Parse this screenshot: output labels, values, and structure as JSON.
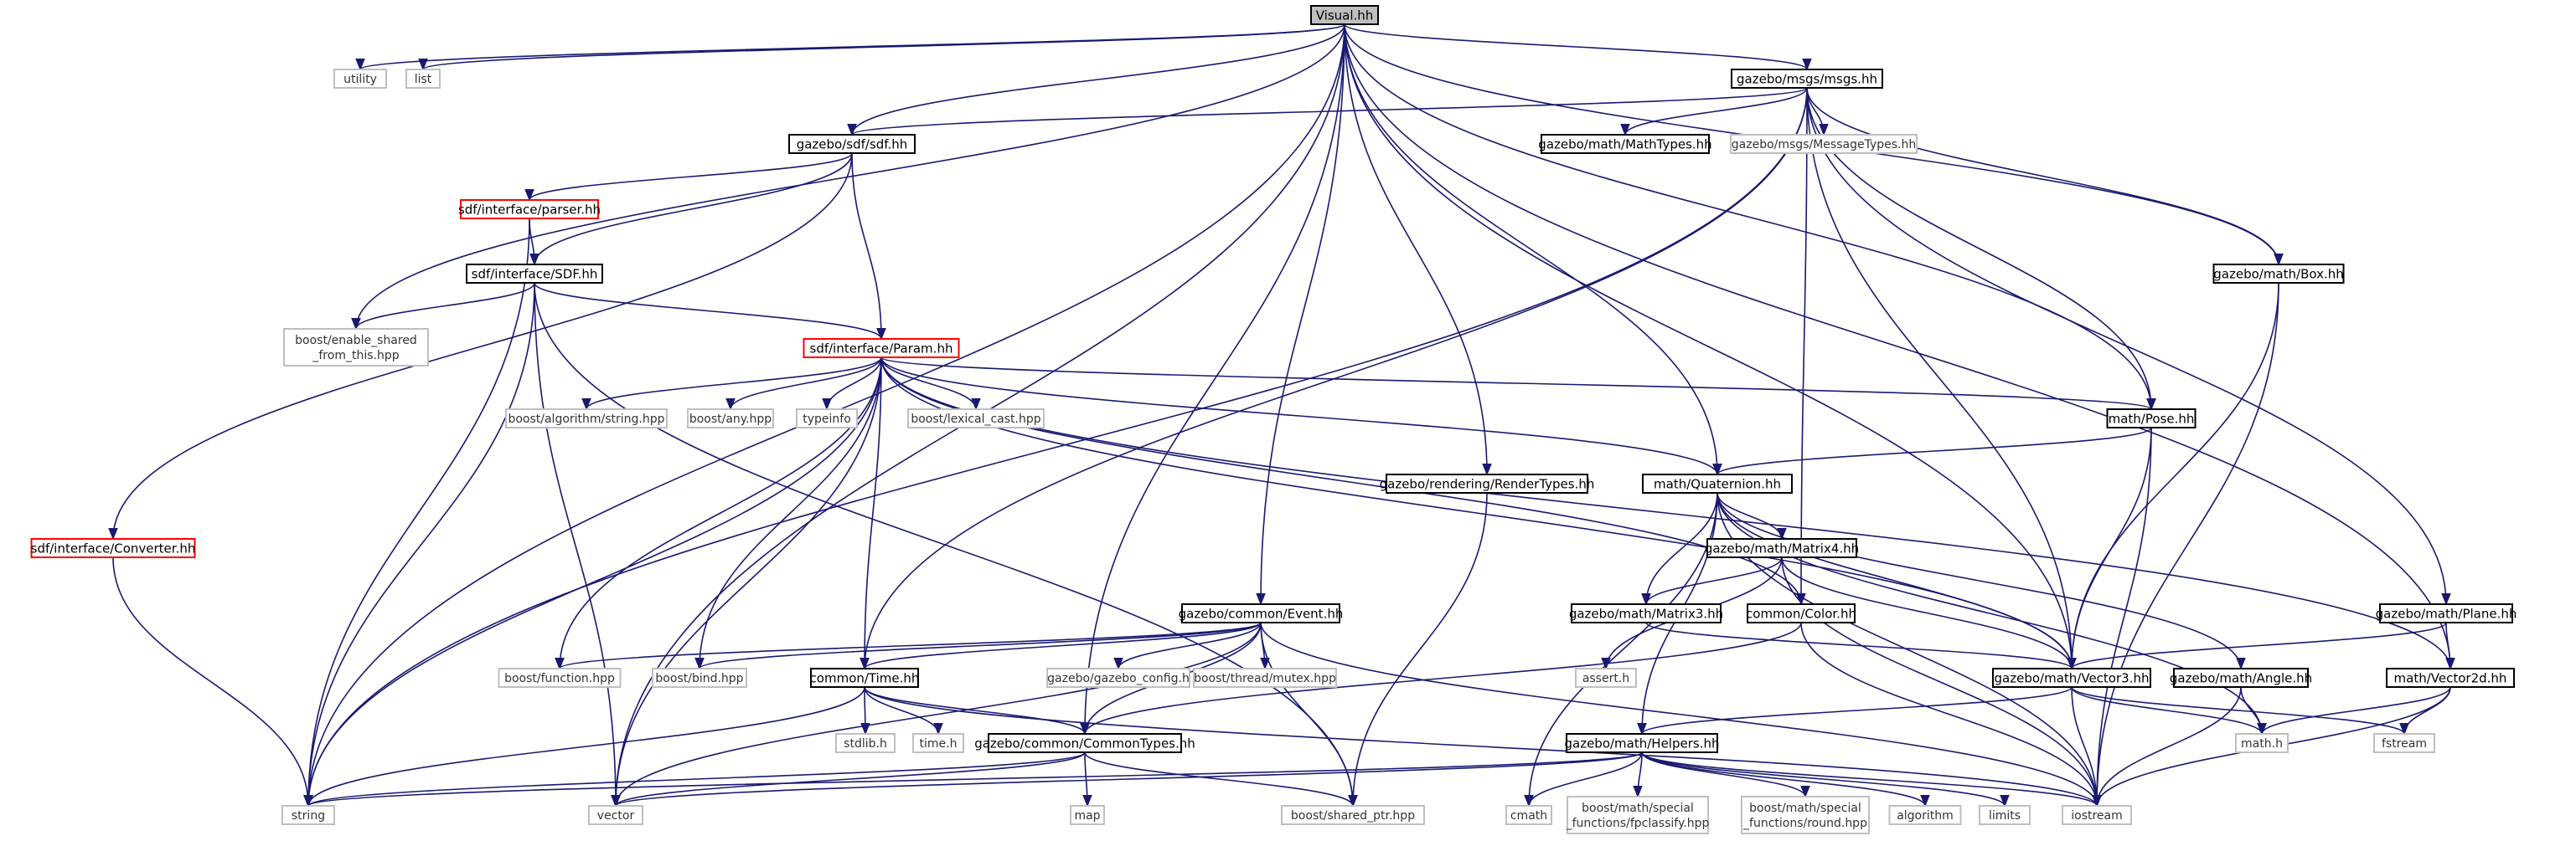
{
  "diagram": {
    "type": "include-dependency-graph",
    "nodes": [
      {
        "id": "visual",
        "label": "Visual.hh",
        "kind": "root"
      },
      {
        "id": "utility",
        "label": "utility",
        "kind": "ext"
      },
      {
        "id": "list",
        "label": "list",
        "kind": "ext"
      },
      {
        "id": "msgs",
        "label": "gazebo/msgs/msgs.hh",
        "kind": "doc"
      },
      {
        "id": "sdf",
        "label": "gazebo/sdf/sdf.hh",
        "kind": "doc"
      },
      {
        "id": "mathtypes",
        "label": "gazebo/math/MathTypes.hh",
        "kind": "doc"
      },
      {
        "id": "msgtypes",
        "label": "gazebo/msgs/MessageTypes.hh",
        "kind": "ext"
      },
      {
        "id": "parser",
        "label": "sdf/interface/parser.hh",
        "kind": "red"
      },
      {
        "id": "sdfhh",
        "label": "sdf/interface/SDF.hh",
        "kind": "doc"
      },
      {
        "id": "enable",
        "label": "boost/enable_shared\n_from_this.hpp",
        "kind": "ext"
      },
      {
        "id": "param",
        "label": "sdf/interface/Param.hh",
        "kind": "red"
      },
      {
        "id": "box",
        "label": "gazebo/math/Box.hh",
        "kind": "doc"
      },
      {
        "id": "algo",
        "label": "boost/algorithm/string.hpp",
        "kind": "ext"
      },
      {
        "id": "any",
        "label": "boost/any.hpp",
        "kind": "ext"
      },
      {
        "id": "typeinfo",
        "label": "typeinfo",
        "kind": "ext"
      },
      {
        "id": "lexical",
        "label": "boost/lexical_cast.hpp",
        "kind": "ext"
      },
      {
        "id": "pose",
        "label": "math/Pose.hh",
        "kind": "doc"
      },
      {
        "id": "rendertypes",
        "label": "gazebo/rendering/RenderTypes.hh",
        "kind": "doc"
      },
      {
        "id": "quat",
        "label": "math/Quaternion.hh",
        "kind": "doc"
      },
      {
        "id": "converter",
        "label": "sdf/interface/Converter.hh",
        "kind": "red"
      },
      {
        "id": "matrix4",
        "label": "gazebo/math/Matrix4.hh",
        "kind": "doc"
      },
      {
        "id": "event",
        "label": "gazebo/common/Event.hh",
        "kind": "doc"
      },
      {
        "id": "matrix3",
        "label": "gazebo/math/Matrix3.hh",
        "kind": "doc"
      },
      {
        "id": "color",
        "label": "common/Color.hh",
        "kind": "doc"
      },
      {
        "id": "plane",
        "label": "gazebo/math/Plane.hh",
        "kind": "doc"
      },
      {
        "id": "function",
        "label": "boost/function.hpp",
        "kind": "ext"
      },
      {
        "id": "bind",
        "label": "boost/bind.hpp",
        "kind": "ext"
      },
      {
        "id": "time",
        "label": "common/Time.hh",
        "kind": "doc"
      },
      {
        "id": "gzconfig",
        "label": "gazebo/gazebo_config.h",
        "kind": "ext"
      },
      {
        "id": "mutex",
        "label": "boost/thread/mutex.hpp",
        "kind": "ext"
      },
      {
        "id": "asserth",
        "label": "assert.h",
        "kind": "ext"
      },
      {
        "id": "vector3",
        "label": "gazebo/math/Vector3.hh",
        "kind": "doc"
      },
      {
        "id": "angle",
        "label": "gazebo/math/Angle.hh",
        "kind": "doc"
      },
      {
        "id": "vector2d",
        "label": "math/Vector2d.hh",
        "kind": "doc"
      },
      {
        "id": "stdlib",
        "label": "stdlib.h",
        "kind": "ext"
      },
      {
        "id": "timeh",
        "label": "time.h",
        "kind": "ext"
      },
      {
        "id": "commontypes",
        "label": "gazebo/common/CommonTypes.hh",
        "kind": "doc"
      },
      {
        "id": "helpers",
        "label": "gazebo/math/Helpers.hh",
        "kind": "doc"
      },
      {
        "id": "mathh",
        "label": "math.h",
        "kind": "ext"
      },
      {
        "id": "fstream",
        "label": "fstream",
        "kind": "ext"
      },
      {
        "id": "string",
        "label": "string",
        "kind": "ext"
      },
      {
        "id": "vector",
        "label": "vector",
        "kind": "ext"
      },
      {
        "id": "map",
        "label": "map",
        "kind": "ext"
      },
      {
        "id": "sharedptr",
        "label": "boost/shared_ptr.hpp",
        "kind": "ext"
      },
      {
        "id": "cmath",
        "label": "cmath",
        "kind": "ext"
      },
      {
        "id": "fpclassify",
        "label": "boost/math/special\n_functions/fpclassify.hpp",
        "kind": "ext"
      },
      {
        "id": "round",
        "label": "boost/math/special\n_functions/round.hpp",
        "kind": "ext"
      },
      {
        "id": "algorithm",
        "label": "algorithm",
        "kind": "ext"
      },
      {
        "id": "limits",
        "label": "limits",
        "kind": "ext"
      },
      {
        "id": "iostream",
        "label": "iostream",
        "kind": "ext"
      }
    ],
    "edges": [
      [
        "visual",
        "utility"
      ],
      [
        "visual",
        "list"
      ],
      [
        "visual",
        "msgs"
      ],
      [
        "visual",
        "sdf"
      ],
      [
        "visual",
        "enable"
      ],
      [
        "visual",
        "string"
      ],
      [
        "visual",
        "vector"
      ],
      [
        "visual",
        "box"
      ],
      [
        "visual",
        "pose"
      ],
      [
        "visual",
        "quat"
      ],
      [
        "visual",
        "rendertypes"
      ],
      [
        "visual",
        "event"
      ],
      [
        "visual",
        "commontypes"
      ],
      [
        "visual",
        "vector3"
      ],
      [
        "visual",
        "vector2d"
      ],
      [
        "msgs",
        "sdf"
      ],
      [
        "msgs",
        "mathtypes"
      ],
      [
        "msgs",
        "msgtypes"
      ],
      [
        "msgs",
        "string"
      ],
      [
        "msgs",
        "time"
      ],
      [
        "msgs",
        "color"
      ],
      [
        "msgs",
        "pose"
      ],
      [
        "msgs",
        "box"
      ],
      [
        "msgs",
        "plane"
      ],
      [
        "msgs",
        "vector3"
      ],
      [
        "sdf",
        "parser"
      ],
      [
        "sdf",
        "sdfhh"
      ],
      [
        "sdf",
        "param"
      ],
      [
        "sdf",
        "converter"
      ],
      [
        "parser",
        "sdfhh"
      ],
      [
        "parser",
        "string"
      ],
      [
        "sdfhh",
        "enable"
      ],
      [
        "sdfhh",
        "param"
      ],
      [
        "sdfhh",
        "string"
      ],
      [
        "sdfhh",
        "vector"
      ],
      [
        "sdfhh",
        "sharedptr"
      ],
      [
        "param",
        "algo"
      ],
      [
        "param",
        "any"
      ],
      [
        "param",
        "typeinfo"
      ],
      [
        "param",
        "lexical"
      ],
      [
        "param",
        "function"
      ],
      [
        "param",
        "bind"
      ],
      [
        "param",
        "time"
      ],
      [
        "param",
        "string"
      ],
      [
        "param",
        "vector"
      ],
      [
        "param",
        "quat"
      ],
      [
        "param",
        "pose"
      ],
      [
        "param",
        "color"
      ],
      [
        "param",
        "vector3"
      ],
      [
        "param",
        "vector2d"
      ],
      [
        "box",
        "vector3"
      ],
      [
        "box",
        "iostream"
      ],
      [
        "pose",
        "quat"
      ],
      [
        "pose",
        "vector3"
      ],
      [
        "pose",
        "iostream"
      ],
      [
        "rendertypes",
        "sharedptr"
      ],
      [
        "quat",
        "matrix4"
      ],
      [
        "quat",
        "matrix3"
      ],
      [
        "quat",
        "vector3"
      ],
      [
        "quat",
        "angle"
      ],
      [
        "quat",
        "helpers"
      ],
      [
        "quat",
        "cmath"
      ],
      [
        "quat",
        "mathh"
      ],
      [
        "quat",
        "iostream"
      ],
      [
        "converter",
        "string"
      ],
      [
        "matrix4",
        "matrix3"
      ],
      [
        "matrix4",
        "vector3"
      ],
      [
        "matrix4",
        "asserth"
      ],
      [
        "matrix4",
        "iostream"
      ],
      [
        "matrix3",
        "assert"
      ],
      [
        "matrix3",
        "vector3"
      ],
      [
        "event",
        "function"
      ],
      [
        "event",
        "bind"
      ],
      [
        "event",
        "time"
      ],
      [
        "event",
        "gzconfig"
      ],
      [
        "event",
        "mutex"
      ],
      [
        "event",
        "commontypes"
      ],
      [
        "event",
        "sharedptr"
      ],
      [
        "event",
        "vector"
      ],
      [
        "event",
        "iostream"
      ],
      [
        "color",
        "commontypes"
      ],
      [
        "color",
        "iostream"
      ],
      [
        "plane",
        "vector3"
      ],
      [
        "plane",
        "vector2d"
      ],
      [
        "time",
        "stdlib"
      ],
      [
        "time",
        "timeh"
      ],
      [
        "time",
        "commontypes"
      ],
      [
        "time",
        "string"
      ],
      [
        "time",
        "iostream"
      ],
      [
        "vector3",
        "helpers"
      ],
      [
        "vector3",
        "mathh"
      ],
      [
        "vector3",
        "fstream"
      ],
      [
        "vector3",
        "iostream"
      ],
      [
        "angle",
        "mathh"
      ],
      [
        "angle",
        "iostream"
      ],
      [
        "vector2d",
        "mathh"
      ],
      [
        "vector2d",
        "fstream"
      ],
      [
        "vector2d",
        "iostream"
      ],
      [
        "commontypes",
        "string"
      ],
      [
        "commontypes",
        "vector"
      ],
      [
        "commontypes",
        "map"
      ],
      [
        "commontypes",
        "sharedptr"
      ],
      [
        "helpers",
        "cmath"
      ],
      [
        "helpers",
        "fpclassify"
      ],
      [
        "helpers",
        "round"
      ],
      [
        "helpers",
        "algorithm"
      ],
      [
        "helpers",
        "limits"
      ],
      [
        "helpers",
        "iostream"
      ],
      [
        "helpers",
        "string"
      ],
      [
        "helpers",
        "vector"
      ]
    ]
  }
}
